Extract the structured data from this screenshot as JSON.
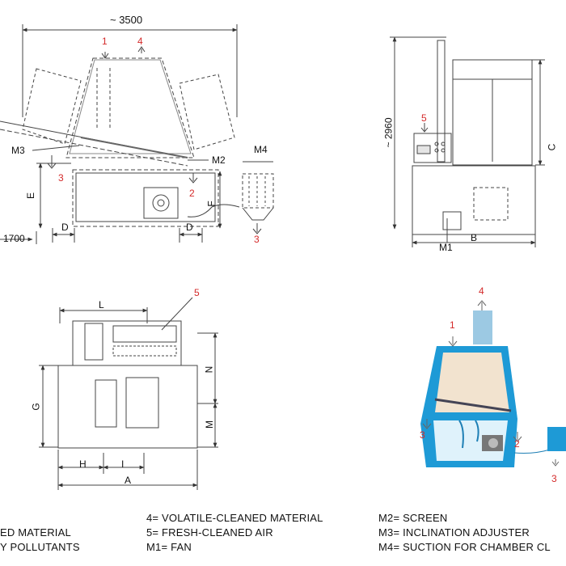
{
  "dims": {
    "width_top": "~ 3500",
    "height_side": "~ 2960",
    "left_partial": "1700",
    "a": "A",
    "b": "B",
    "c": "C",
    "d": "D",
    "e": "E",
    "f": "F",
    "g": "G",
    "h": "H",
    "i": "I",
    "l": "L",
    "m": "M",
    "n": "N"
  },
  "markers": {
    "n1": "1",
    "n2": "2",
    "n3": "3",
    "n4": "4",
    "n5": "5",
    "m1": "M1",
    "m2": "M2",
    "m3": "M3",
    "m4": "M4"
  },
  "legend": {
    "col1": [
      "ED MATERIAL",
      "Y POLLUTANTS"
    ],
    "col2": [
      "4= VOLATILE-CLEANED MATERIAL",
      "5= FRESH-CLEANED AIR",
      "M1= FAN"
    ],
    "col3": [
      "M2= SCREEN",
      "M3= INCLINATION ADJUSTER",
      "M4= SUCTION FOR CHAMBER CL"
    ]
  },
  "colors": {
    "accent_red": "#d42a2a",
    "machine_blue": "#1e9ad6",
    "line": "#333333"
  }
}
